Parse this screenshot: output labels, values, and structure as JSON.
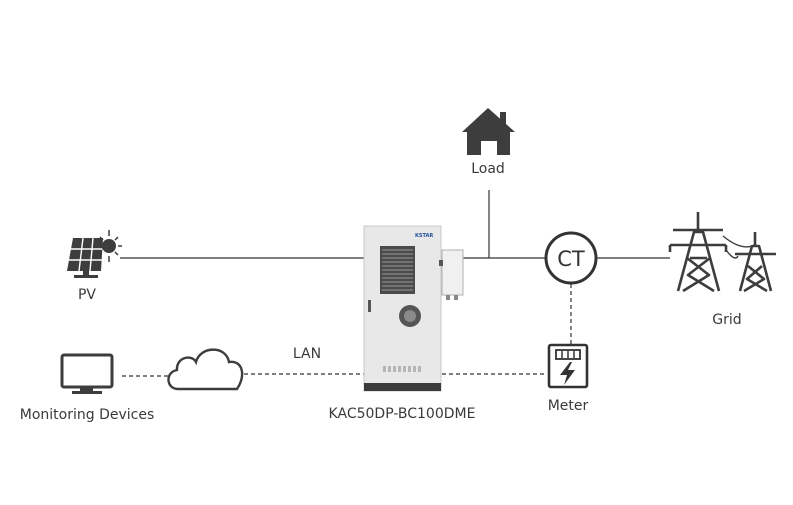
{
  "labels": {
    "load": "Load",
    "pv": "PV",
    "grid": "Grid",
    "lan": "LAN",
    "monitoring": "Monitoring Devices",
    "device": "KAC50DP-BC100DME",
    "meter": "Meter",
    "ct": "CT",
    "brand": "KSTAR"
  },
  "icons": {
    "load": "house-icon",
    "pv": "solar-panel-icon",
    "grid": "power-tower-icon",
    "monitoring": "monitor-icon",
    "cloud": "cloud-icon",
    "meter": "meter-icon",
    "ct": "ct-icon",
    "device": "cabinet-icon"
  },
  "colors": {
    "icon": "#3d3d3d",
    "line": "#333333",
    "cabinet": "#e6e6e6",
    "brand": "#1f4f9a"
  }
}
